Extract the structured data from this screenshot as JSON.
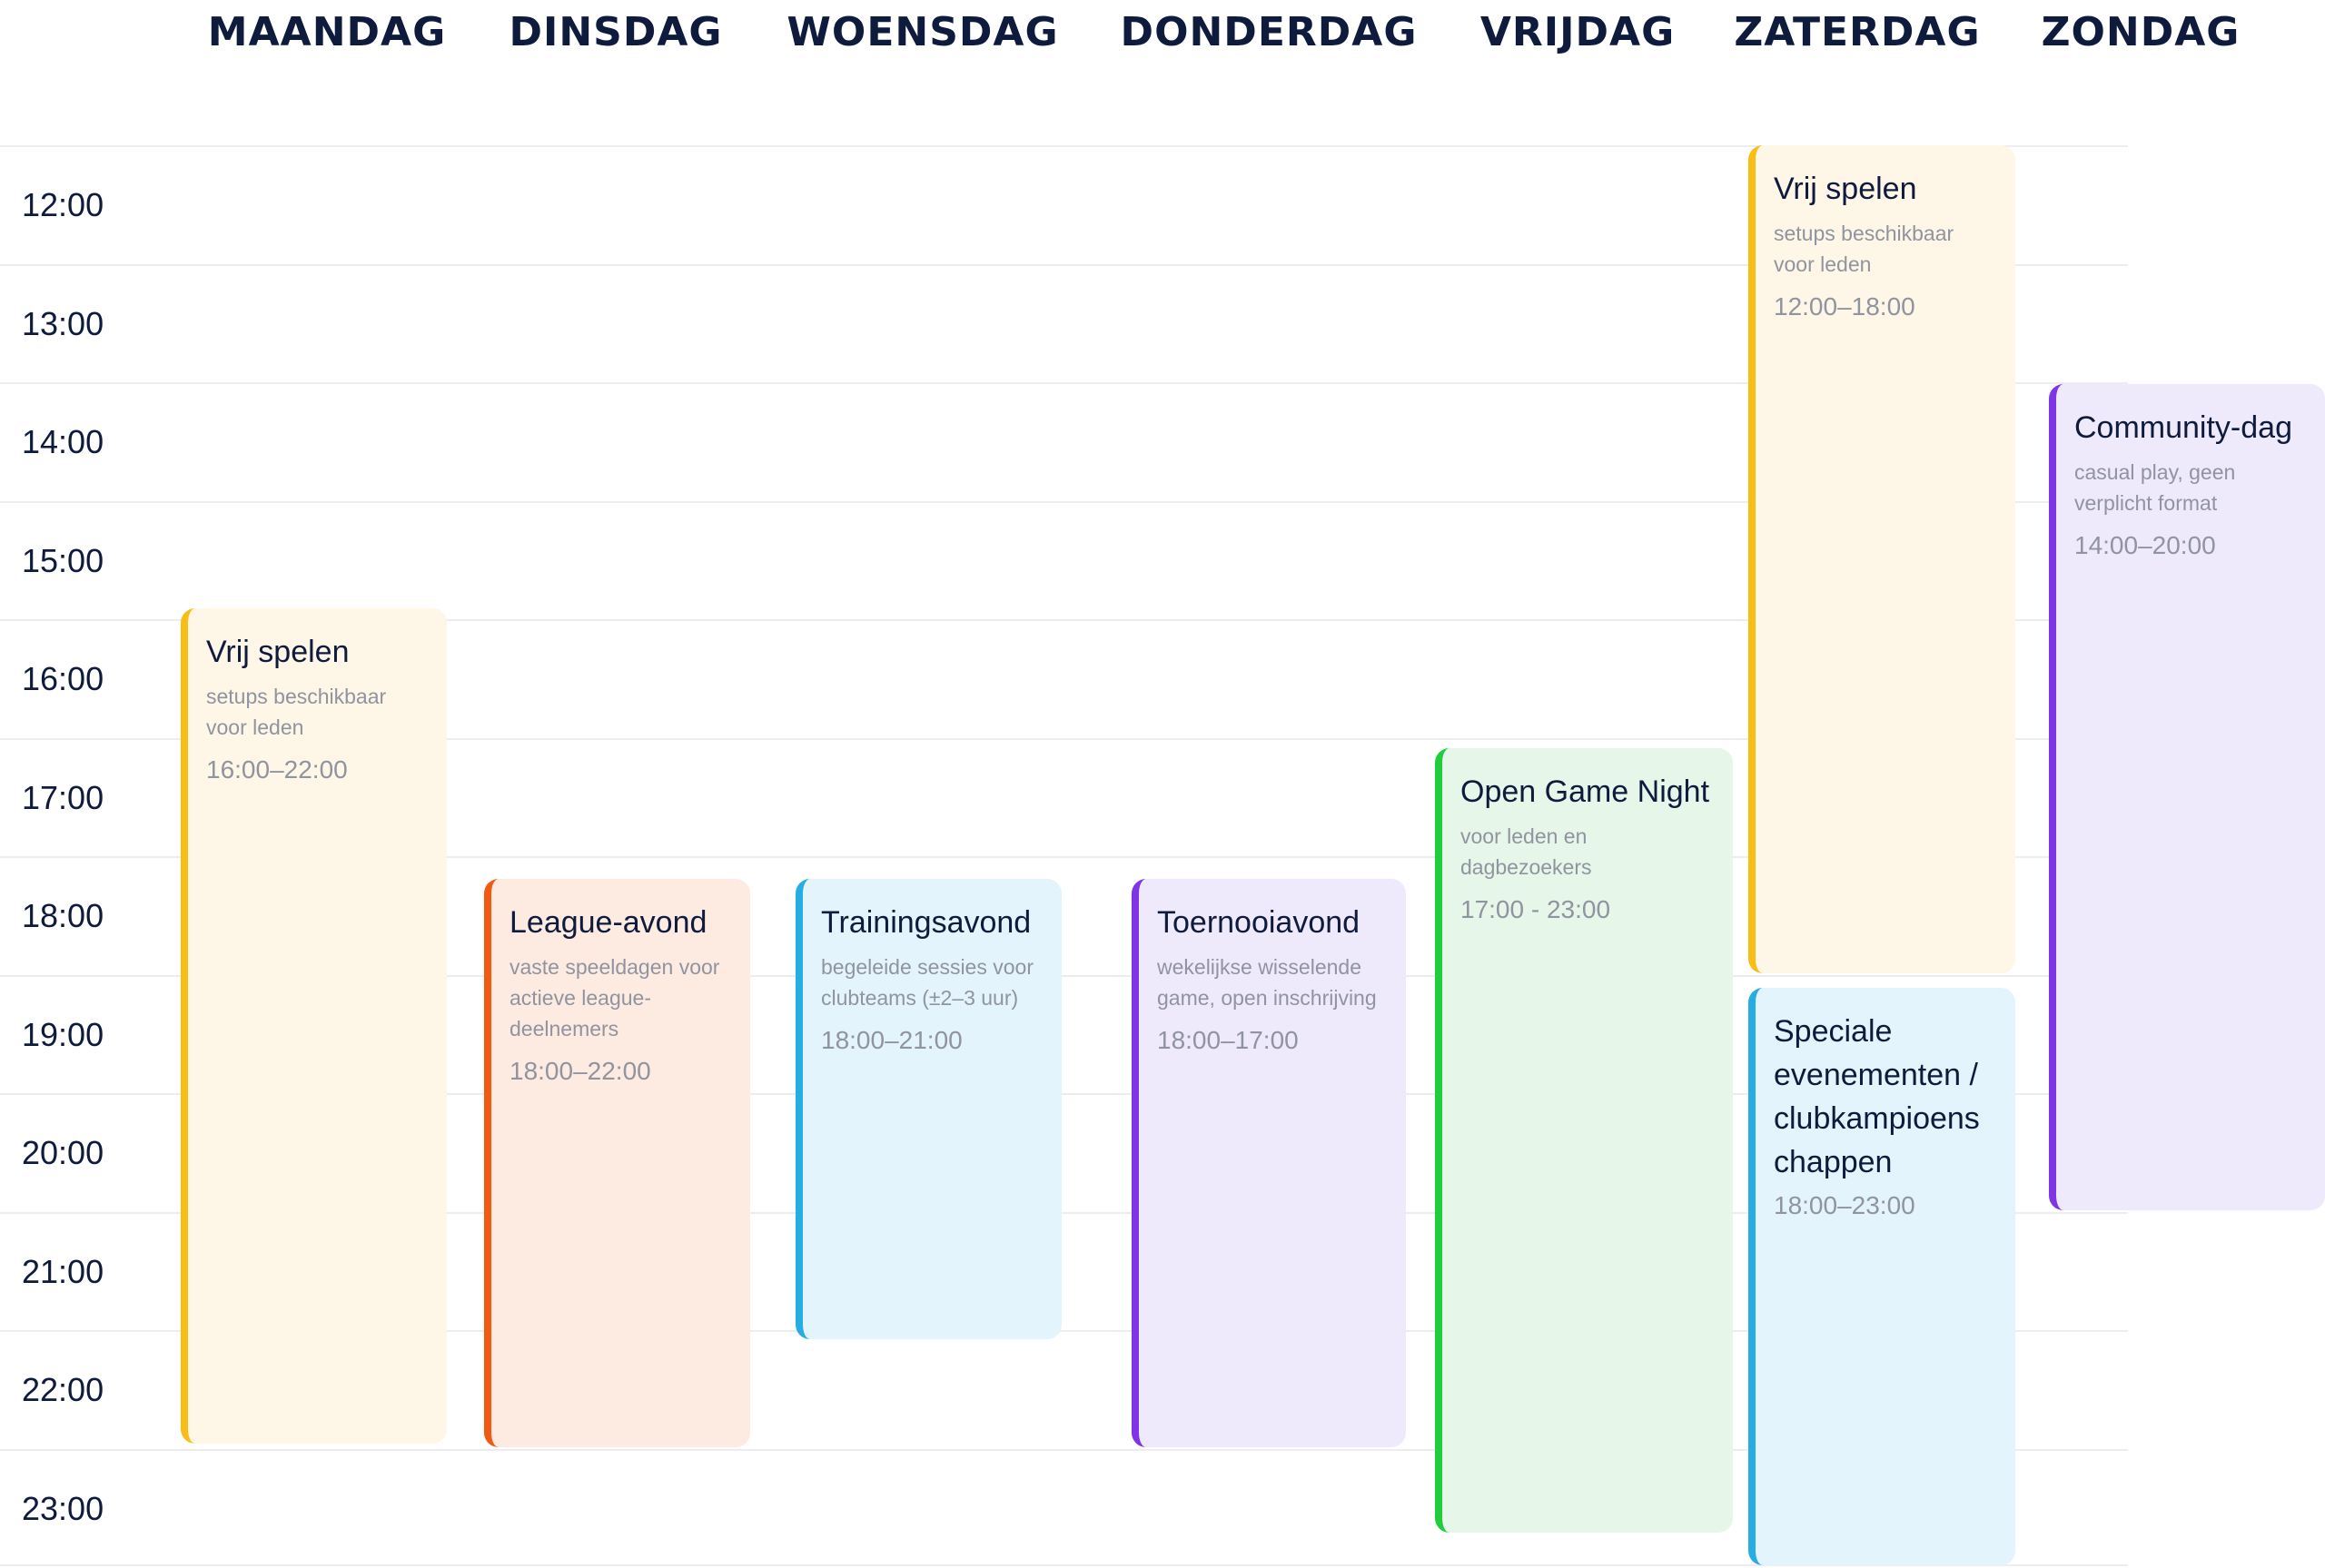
{
  "days": [
    "MAANDAG",
    "DINSDAG",
    "WOENSDAG",
    "DONDERDAG",
    "VRIJDAG",
    "ZATERDAG",
    "ZONDAG"
  ],
  "times": [
    "12:00",
    "13:00",
    "14:00",
    "15:00",
    "16:00",
    "17:00",
    "18:00",
    "19:00",
    "20:00",
    "21:00",
    "22:00",
    "23:00"
  ],
  "events": [
    {
      "title": "Vrij spelen",
      "subtitle": "setups beschikbaar voor leden",
      "time": "16:00–22:00",
      "color": "#f8be15"
    },
    {
      "title": "League-avond",
      "subtitle": "vaste speeldagen voor actieve league-deelnemers",
      "time": "18:00–22:00",
      "color": "#f25a14"
    },
    {
      "title": "Trainingsavond",
      "subtitle": "begeleide sessies voor clubteams (±2–3 uur)",
      "time": "18:00–21:00",
      "color": "#25ade4"
    },
    {
      "title": "Toernooiavond",
      "subtitle": "wekelijkse wisselende game, open inschrijving",
      "time": "18:00–17:00",
      "color": "#7f34e5"
    },
    {
      "title": "Open Game Night",
      "subtitle": "voor leden en dagbezoekers",
      "time": "17:00 - 23:00",
      "color": "#1fce3c"
    },
    {
      "title": "Vrij spelen",
      "subtitle": "setups beschikbaar voor leden",
      "time": "12:00–18:00",
      "color": "#f8be15"
    },
    {
      "title": "Speciale evenementen / clubkampioens chappen",
      "subtitle": "",
      "time": "18:00–23:00",
      "color": "#25ade4"
    },
    {
      "title": "Community-dag",
      "subtitle": "casual play, geen verplicht format",
      "time": "14:00–20:00",
      "color": "#7f34e5"
    }
  ]
}
